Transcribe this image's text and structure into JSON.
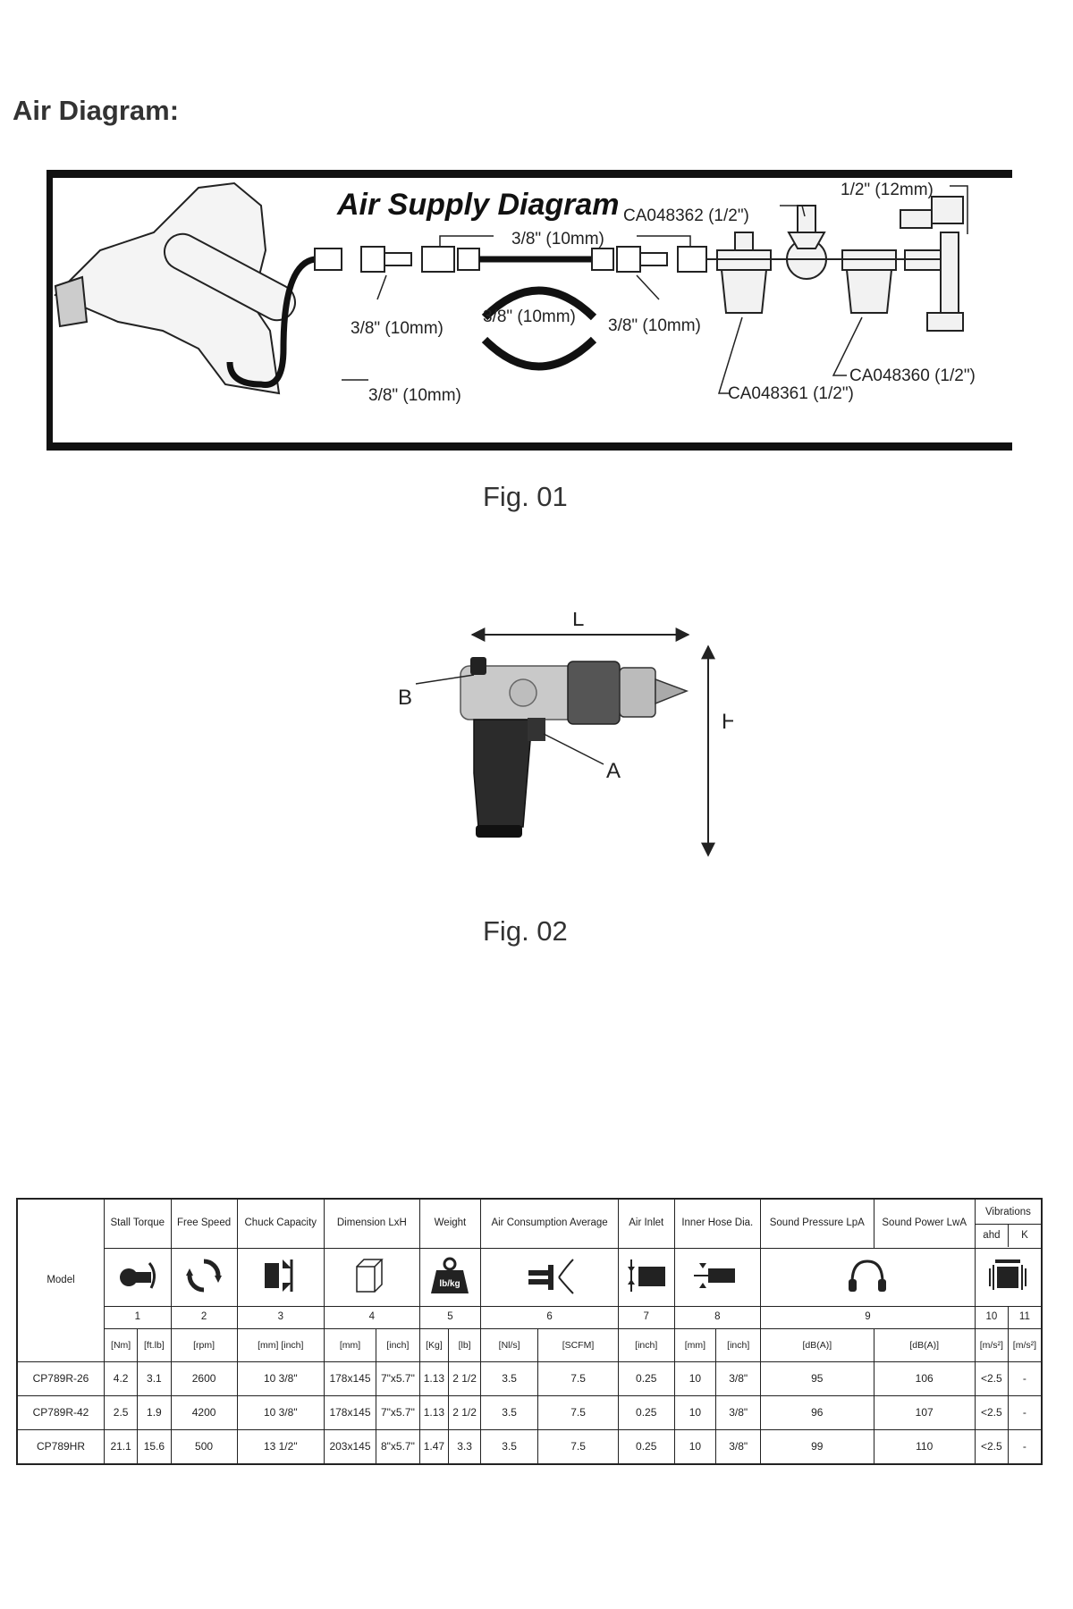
{
  "page": {
    "heading": "Air Diagram:"
  },
  "air_diagram": {
    "title": "Air Supply Diagram",
    "labels": {
      "half_12mm": "1/2\" (12mm)",
      "ca048362": "CA048362 (1/2\")",
      "top_38": "3/8\" (10mm)",
      "mid_left_38": "3/8\" (10mm)",
      "mid_center_38": "3/8\" (10mm)",
      "mid_right_38": "3/8\" (10mm)",
      "bottom_38": "3/8\" (10mm)",
      "ca048361": "CA048361 (1/2\")",
      "ca048360": "CA048360 (1/2\")"
    },
    "caption": "Fig. 01"
  },
  "tool_figure": {
    "label_l": "L",
    "label_h": "H",
    "label_a": "A",
    "label_b": "B",
    "caption": "Fig. 02"
  },
  "spec_table": {
    "model_header": "Model",
    "columns": [
      {
        "title": "Stall Torque",
        "num": "1",
        "units": [
          "[Nm]",
          "[ft.lb]"
        ],
        "icon": "torque-icon"
      },
      {
        "title": "Free Speed",
        "num": "2",
        "units": [
          "[rpm]"
        ],
        "icon": "rotation-icon"
      },
      {
        "title": "Chuck Capacity",
        "num": "3",
        "units": [
          "[mm] [inch]"
        ],
        "icon": "chuck-icon"
      },
      {
        "title": "Dimension LxH",
        "num": "4",
        "units": [
          "[mm]",
          "[inch]"
        ],
        "icon": "dimension-box-icon"
      },
      {
        "title": "Weight",
        "num": "5",
        "units": [
          "[Kg]",
          "[lb]"
        ],
        "icon": "weight-icon",
        "icon_text": "lb/kg"
      },
      {
        "title": "Air Consumption Average",
        "num": "6",
        "units": [
          "[Nl/s]",
          "[SCFM]"
        ],
        "icon": "air-consumption-icon"
      },
      {
        "title": "Air Inlet",
        "num": "7",
        "units": [
          "[inch]"
        ],
        "icon": "air-inlet-icon"
      },
      {
        "title": "Inner Hose Dia.",
        "num": "8",
        "units": [
          "[mm]",
          "[inch]"
        ],
        "icon": "hose-icon"
      },
      {
        "title": "Sound Pressure LpA",
        "num": "9",
        "units": [
          "[dB(A)]"
        ],
        "icon": "headphones-icon"
      },
      {
        "title": "Sound Power LwA",
        "num": "",
        "units": [
          "[dB(A)]"
        ]
      },
      {
        "title": "Vibrations",
        "sub": [
          "ahd",
          "K"
        ],
        "num": [
          "10",
          "11"
        ],
        "units": [
          "[m/s²]",
          "[m/s²]"
        ],
        "icon": "vibration-icon"
      }
    ],
    "rows": [
      {
        "model": "CP789R-26",
        "cells": [
          "4.2",
          "3.1",
          "2600",
          "10 3/8\"",
          "178x145",
          "7\"x5.7\"",
          "1.13",
          "2 1/2",
          "3.5",
          "7.5",
          "0.25",
          "10",
          "3/8\"",
          "95",
          "106",
          "<2.5",
          "-"
        ]
      },
      {
        "model": "CP789R-42",
        "cells": [
          "2.5",
          "1.9",
          "4200",
          "10 3/8\"",
          "178x145",
          "7\"x5.7\"",
          "1.13",
          "2 1/2",
          "3.5",
          "7.5",
          "0.25",
          "10",
          "3/8\"",
          "96",
          "107",
          "<2.5",
          "-"
        ]
      },
      {
        "model": "CP789HR",
        "cells": [
          "21.1",
          "15.6",
          "500",
          "13 1/2\"",
          "203x145",
          "8\"x5.7\"",
          "1.47",
          "3.3",
          "3.5",
          "7.5",
          "0.25",
          "10",
          "3/8\"",
          "99",
          "110",
          "<2.5",
          "-"
        ]
      }
    ]
  }
}
